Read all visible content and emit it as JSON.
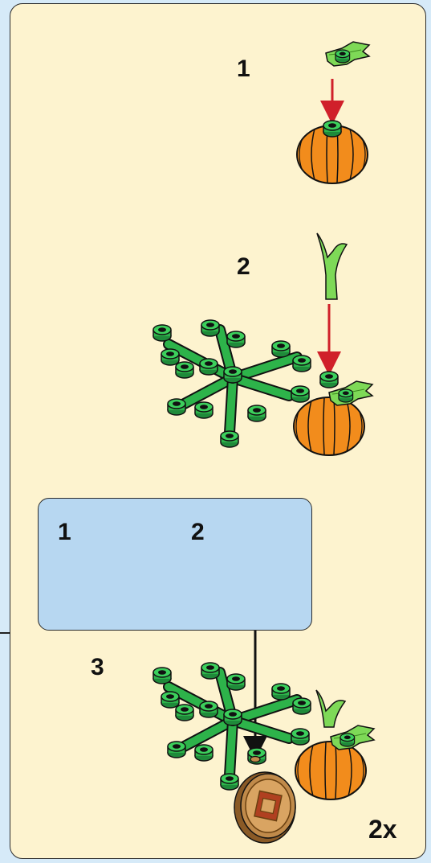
{
  "instruction_page": {
    "steps": [
      {
        "number": "1"
      },
      {
        "number": "2"
      },
      {
        "number": "3"
      }
    ],
    "sub_assembly": {
      "steps": [
        {
          "number": "1"
        },
        {
          "number": "2"
        }
      ]
    },
    "multiplier": "2x"
  },
  "colors": {
    "page_background": "#fdf3cf",
    "outer_background": "#d6eaf8",
    "sub_assembly_background": "#b7d7f1",
    "arrow_red": "#d0202a",
    "pumpkin_orange": "#f28c1c",
    "leaf_green": "#2db34a",
    "lime_green": "#7ed957",
    "gold": "#c08a4a"
  }
}
